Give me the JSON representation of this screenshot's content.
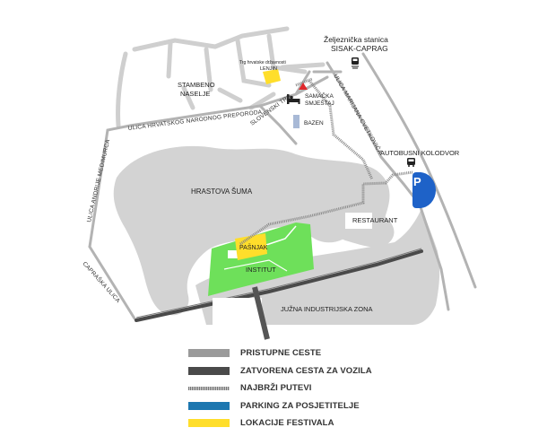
{
  "labels": {
    "station": "Željeznička stanica",
    "station2": "SISAK-CAPRAG",
    "stambeno": "STAMBENO",
    "naselje": "NASELJE",
    "trg": "Trg hrvatske državnosti",
    "lenjin": "LENJIN",
    "samacka": "SAMAČKA",
    "smjestaj": "SMJEŠTAJ",
    "bazen": "BAZEN",
    "slovenski_trg": "SLOVENSKI TRG",
    "ulica_hnp": "ULICA HRVATSKOG NARODNOG PREPORODA",
    "ulica_marijana": "ULICA MARIJANA CVETKOVIĆA",
    "autobusni": "AUTOBUSNI KOLODVOR",
    "hrastova": "HRASTOVA ŠUMA",
    "restaurant": "RESTAURANT",
    "pasnjak": "PAŠNJAK",
    "institut": "INSTITUT",
    "juzna": "JUŽNA INDUSTRIJSKA ZONA",
    "ulica_andrije": "ULICA ANDRIJE MEDIMURCA",
    "capraska": "CAPRAŠKA ULICA",
    "parking_sign": "P"
  },
  "legend": [
    {
      "label": "PRISTUPNE CESTE",
      "color": "#9a9a9a",
      "style": "solid"
    },
    {
      "label": "ZATVORENA CESTA ZA VOZILA",
      "color": "#4a4a4a",
      "style": "solid"
    },
    {
      "label": "NAJBRŽI PUTEVI",
      "color": "#777777",
      "style": "dotted"
    },
    {
      "label": "PARKING ZA POSJETITELJE",
      "color": "#1d77b0",
      "style": "solid"
    },
    {
      "label": "LOKACIJE FESTIVALA",
      "color": "#ffde2b",
      "style": "solid"
    }
  ],
  "icons": {
    "train": "train-icon",
    "bed": "bed-icon",
    "tent": "tent-icon",
    "bus": "bus-icon",
    "parking": "parking-icon"
  }
}
